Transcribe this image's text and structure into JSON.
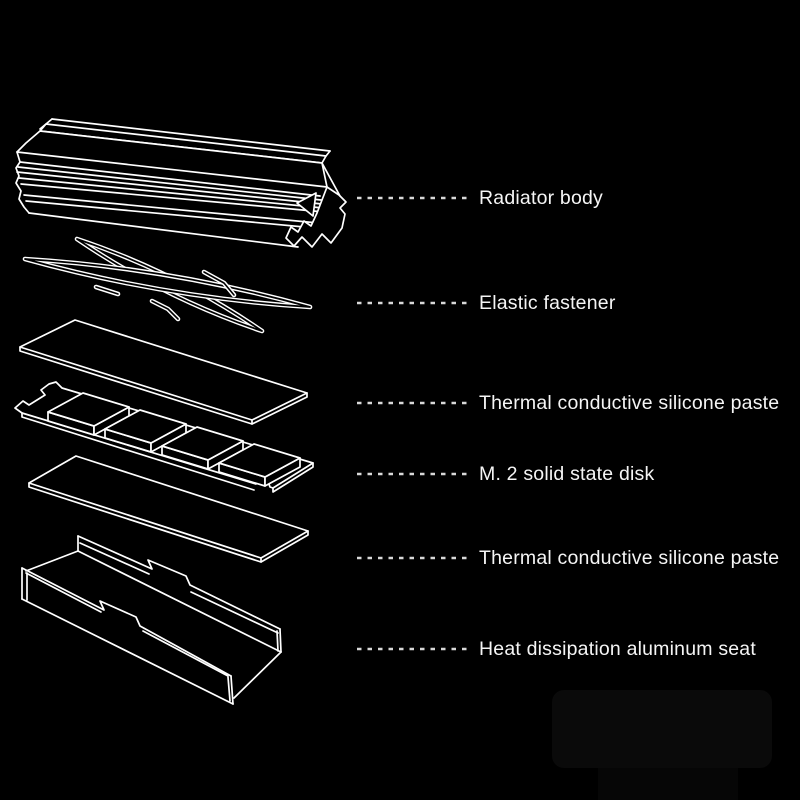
{
  "diagram": {
    "type": "exploded-view",
    "background_color": "#000000",
    "line_color": "#ffffff",
    "text_color": "#f5f5f5",
    "leader_line_color": "#d8d8d8",
    "parts": [
      {
        "id": "radiator-body",
        "label": "Radiator body"
      },
      {
        "id": "elastic-fastener",
        "label": "Elastic fastener"
      },
      {
        "id": "thermal-pad-top",
        "label": "Thermal conductive silicone paste"
      },
      {
        "id": "m2-ssd",
        "label": "M. 2 solid state disk"
      },
      {
        "id": "thermal-pad-bottom",
        "label": "Thermal conductive silicone paste"
      },
      {
        "id": "aluminum-seat",
        "label": "Heat dissipation aluminum seat"
      }
    ]
  }
}
